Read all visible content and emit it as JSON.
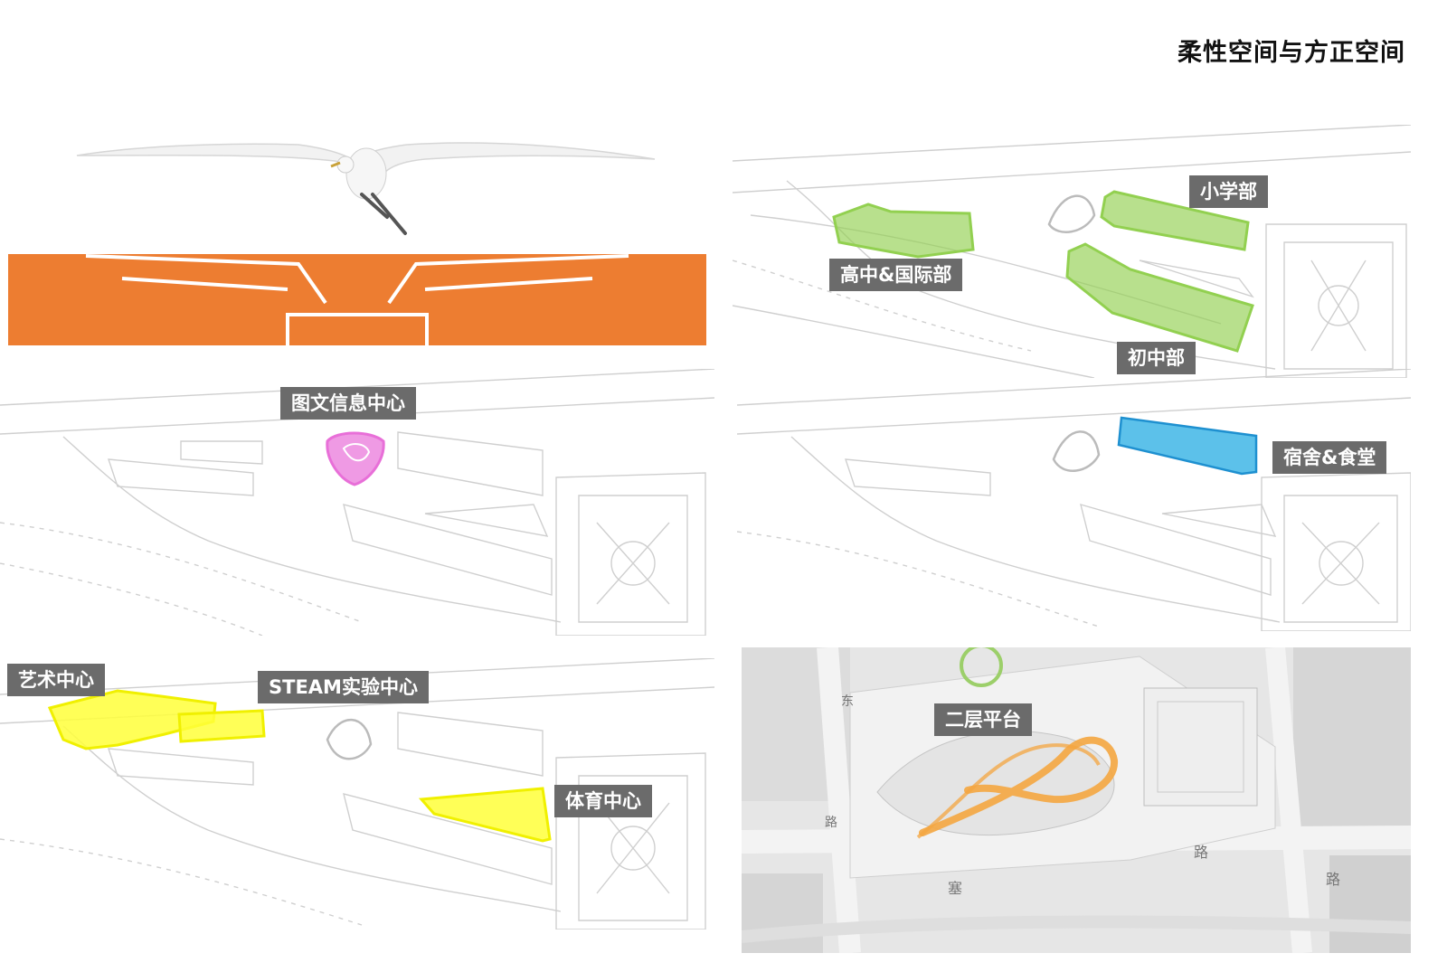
{
  "page": {
    "title": "柔性空间与方正空间"
  },
  "colors": {
    "concept_orange": "#ED7D31",
    "highlight_green": "#92D050",
    "highlight_blue": "#3FB6E6",
    "highlight_pink": "#E86FD8",
    "highlight_yellow": "#FFFF3A",
    "route_orange": "#F4A640",
    "label_bg": "#6B6B6B"
  },
  "icons": {
    "bird": "egret-photo"
  },
  "panels": {
    "teaching": {
      "labels": {
        "senior_intl": "高中&国际部",
        "primary": "小学部",
        "junior": "初中部"
      }
    },
    "library": {
      "labels": {
        "info_center": "图文信息中心"
      }
    },
    "dorm": {
      "labels": {
        "dorm_canteen": "宿舍&食堂"
      }
    },
    "facilities": {
      "labels": {
        "art": "艺术中心",
        "steam": "STEAM实验中心",
        "sports": "体育中心"
      }
    },
    "platform": {
      "labels": {
        "second_floor": "二层平台"
      },
      "road_chars": [
        "东",
        "路",
        "路",
        "路",
        "塞"
      ]
    }
  }
}
